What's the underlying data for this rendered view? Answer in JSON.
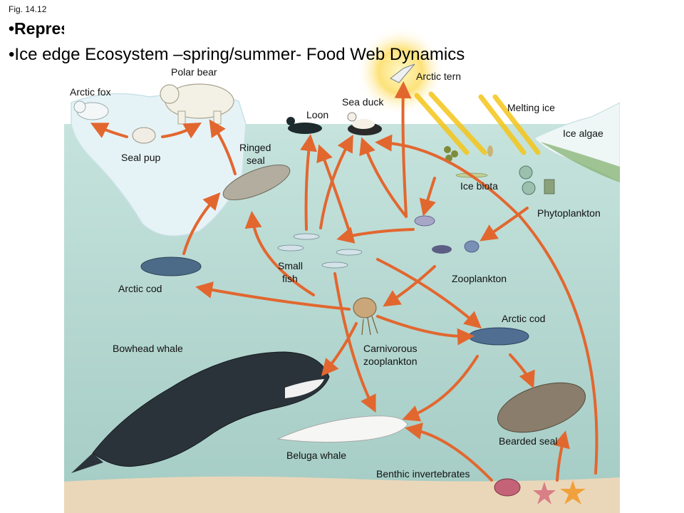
{
  "header": {
    "fig": "Fig. 14.12",
    "bullet1": "•Representative Ocean Food Webs",
    "bullet2": "•Ice edge Ecosystem –spring/summer-  Food Web Dynamics"
  },
  "labels": {
    "polar_bear": "Polar bear",
    "arctic_fox": "Arctic fox",
    "seal_pup": "Seal pup",
    "ringed_seal_1": "Ringed",
    "ringed_seal_2": "seal",
    "loon": "Loon",
    "sea_duck": "Sea duck",
    "arctic_tern": "Arctic tern",
    "melting_ice": "Melting ice",
    "ice_algae": "Ice algae",
    "ice_biota": "Ice biota",
    "phytoplankton": "Phytoplankton",
    "zooplankton": "Zooplankton",
    "small_fish_1": "Small",
    "small_fish_2": "fish",
    "arctic_cod_left": "Arctic cod",
    "arctic_cod_right": "Arctic cod",
    "bowhead_whale": "Bowhead whale",
    "carnivorous_zoo_1": "Carnivorous",
    "carnivorous_zoo_2": "zooplankton",
    "beluga_whale": "Beluga whale",
    "bearded_seal": "Bearded seal",
    "benthic_invertebrates": "Benthic invertebrates"
  },
  "colors": {
    "arrow": "#e2672f",
    "water": "#bcdcd6",
    "water_deep": "#a9cfc8",
    "sky": "#ffffff",
    "seafloor": "#ead7b9",
    "ice": "#e8f4f7",
    "sun": "#fdd95a"
  }
}
